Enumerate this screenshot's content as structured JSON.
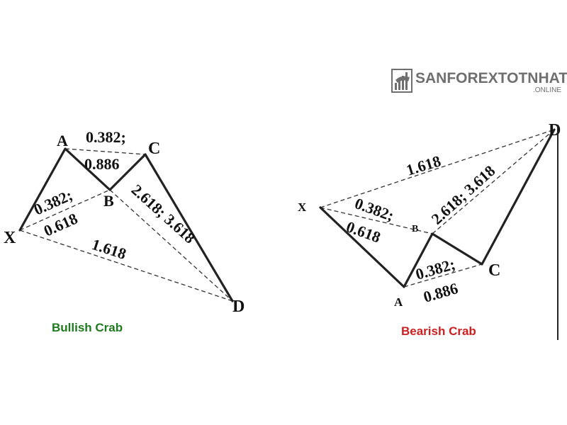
{
  "logo": {
    "brand": "SANFOREXTOTNHAT",
    "sub": ".ONLINE",
    "icon": "chart-bull-icon"
  },
  "bullish": {
    "caption": "Bullish Crab",
    "caption_color": "#1e7a1e",
    "labels": {
      "X": "X",
      "A": "A",
      "B": "B",
      "C": "C",
      "D": "D"
    },
    "ratios": {
      "ac_top": "0.382;",
      "ac_bottom": "0.886",
      "xb_top": "0.382;",
      "xb_bottom": "0.618",
      "bd": "2.618; 3.618",
      "xd": "1.618"
    }
  },
  "bearish": {
    "caption": "Bearish Crab",
    "caption_color": "#cc1f1f",
    "labels": {
      "X": "X",
      "A": "A",
      "B": "B",
      "C": "C",
      "D": "D"
    },
    "ratios": {
      "xd": "1.618",
      "xb_top": "0.382;",
      "xb_bottom": "0.618",
      "bd": "2.618; 3.618",
      "ac_top": "0.382;",
      "ac_bottom": "0.886"
    }
  }
}
